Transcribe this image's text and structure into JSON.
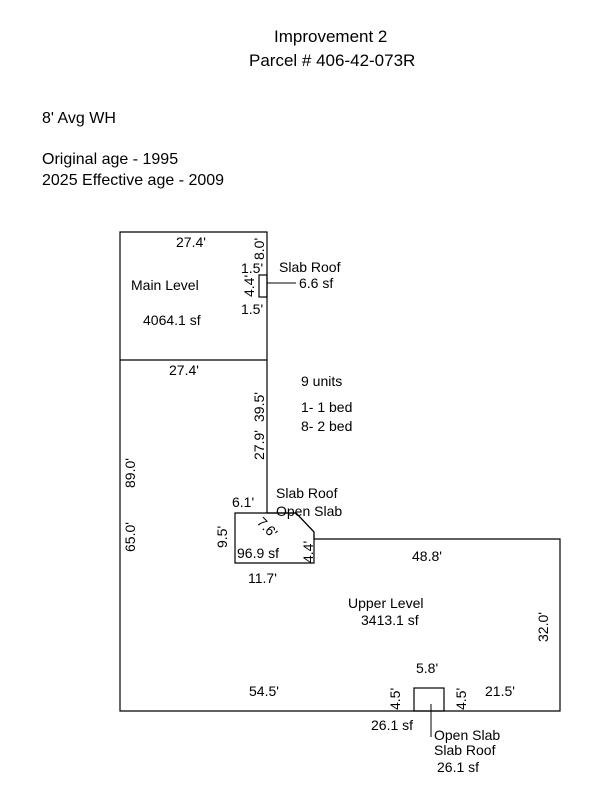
{
  "header": {
    "title": "Improvement 2",
    "parcel": "Parcel # 406-42-073R"
  },
  "info": {
    "wall_height": "8' Avg WH",
    "original_age": "Original age - 1995",
    "effective_age": "2025 Effective age - 2009"
  },
  "areas": {
    "main_level": {
      "name": "Main Level",
      "area": "4064.1 sf"
    },
    "upper_level": {
      "name": "Upper Level",
      "area": "3413.1 sf"
    },
    "units": {
      "count": "9 units",
      "one_bed": "1- 1 bed",
      "two_bed": "8- 2 bed"
    },
    "slab_roof_small": {
      "name": "Slab Roof",
      "area": "6.6 sf"
    },
    "slab_roof_open_slab": {
      "name1": "Slab Roof",
      "name2": "Open Slab",
      "area": "96.9 sf"
    },
    "open_slab_bottom": {
      "name1": "Open Slab",
      "name2": "Slab Roof",
      "area": "26.1 sf",
      "area_left": "26.1 sf"
    }
  },
  "dimensions": {
    "top": "27.4'",
    "main_divider": "27.4'",
    "notch_top": "8.0'",
    "notch_a": "1.5'",
    "notch_depth": "4.4'",
    "notch_b": "1.5'",
    "right_upper": "39.5'",
    "right_lower": "27.9'",
    "left_total": "89.0'",
    "left_lower": "65.0'",
    "slab_top": "6.1'",
    "slab_left": "9.5'",
    "slab_diag": "7.6'",
    "slab_right": "4.4'",
    "slab_bottom": "11.7'",
    "upper_top": "48.8'",
    "upper_right": "32.0'",
    "bottom_left": "54.5'",
    "box_top": "5.8'",
    "box_left": "4.5'",
    "box_right": "4.5'",
    "bottom_right": "21.5'"
  }
}
